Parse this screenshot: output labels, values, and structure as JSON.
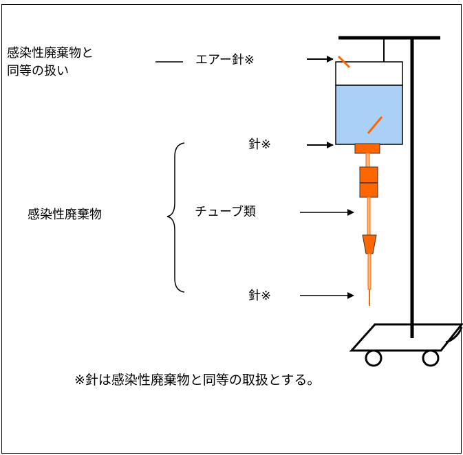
{
  "labels": {
    "category_equivalent_line1": "感染性廃棄物と",
    "category_equivalent_line2": "同等の扱い",
    "category_infectious": "感染性廃棄物",
    "air_needle": "エアー針※",
    "needle_top": "針※",
    "tubes": "チューブ類",
    "needle_bottom": "針※"
  },
  "footnote": "※針は感染性廃棄物と同等の取扱とする。",
  "colors": {
    "fluid": "#a9d1f7",
    "orange": "#ff6600",
    "line": "#000000"
  }
}
